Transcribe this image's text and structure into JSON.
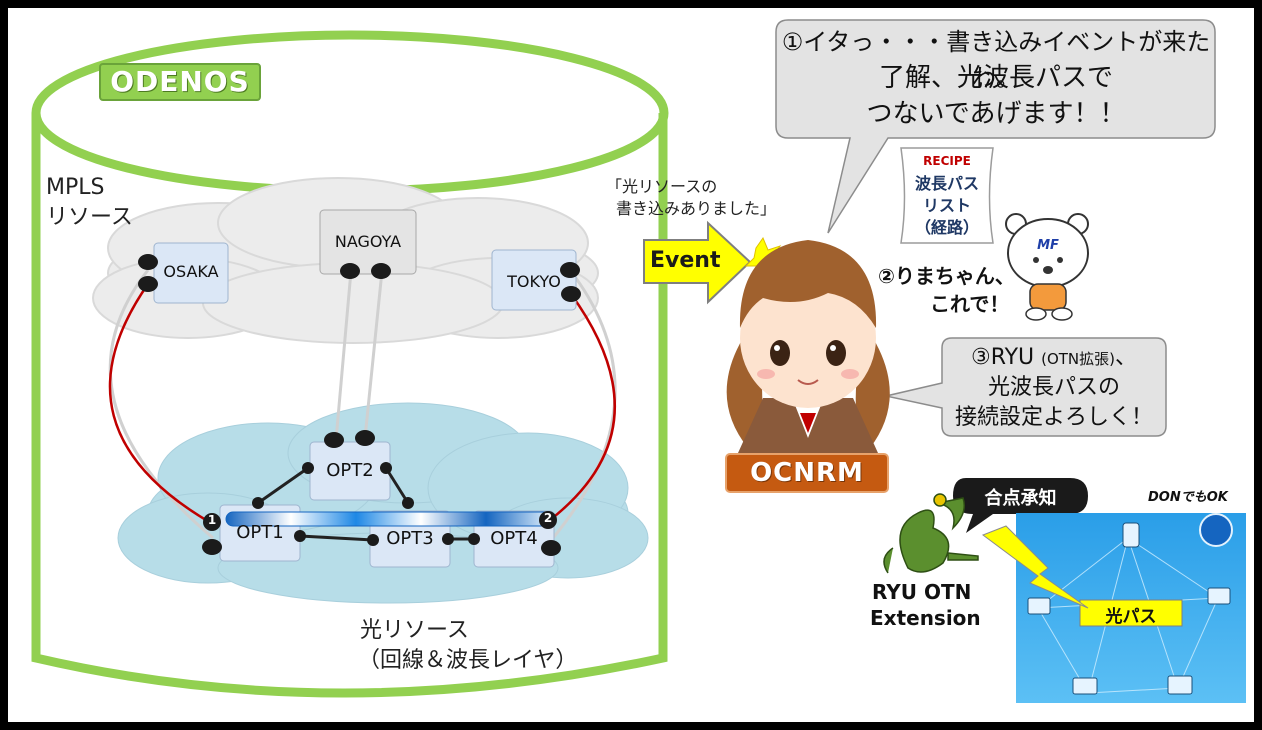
{
  "title_badge": "ODENOS",
  "mpls_label": [
    "MPLS",
    "リソース"
  ],
  "optical_label": [
    "光リソース",
    "（回線＆波長レイヤ）"
  ],
  "event_note": [
    "「光リソースの",
    "書き込みありました」"
  ],
  "event_arrow": "Event",
  "mpls_nodes": [
    "OSAKA",
    "NAGOYA",
    "TOKYO"
  ],
  "opt_nodes": [
    "OPT1",
    "OPT2",
    "OPT3",
    "OPT4"
  ],
  "port_markers": [
    "1",
    "2"
  ],
  "bubble1": [
    "①イタっ・・・書き込みイベントが来たわ。",
    "了解、光波長パスで",
    "つないであげます！！"
  ],
  "recipe": {
    "tag": "RECIPE",
    "lines": [
      "波長パス",
      "リスト",
      "（経路）"
    ]
  },
  "mascot_label": "MF",
  "step2": [
    "②りまちゃん、",
    "これで！"
  ],
  "bubble3": {
    "lines": [
      "③RYU (OTN拡張)、",
      "光波長パスの",
      "接続設定よろしく！"
    ],
    "small_part": "(OTN拡張)"
  },
  "ocnrm_badge": "OCNRM",
  "ryu_bubble": "合点承知",
  "ryu_label": [
    "RYU OTN",
    "Extension"
  ],
  "don_label": "DONでもOK",
  "optical_path_label": "光パス",
  "colors": {
    "green": "#92d050",
    "red_link": "#c00000",
    "badge_orange": "#c55a11",
    "yellow": "#ffff00",
    "network_blue": "#1e88e5"
  }
}
